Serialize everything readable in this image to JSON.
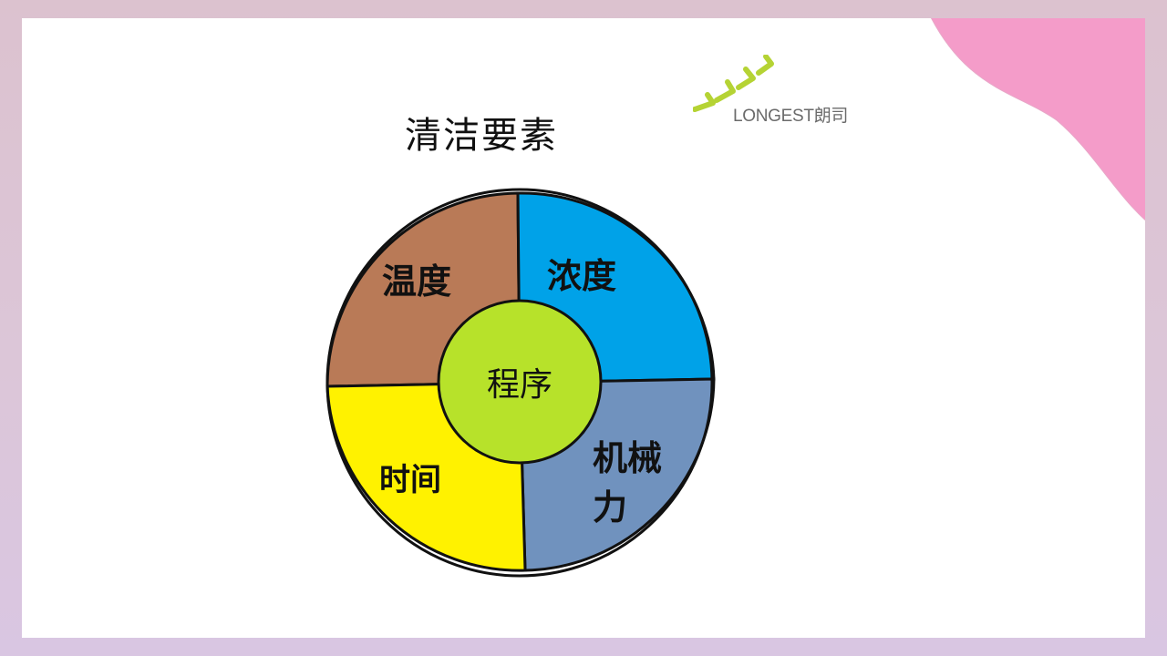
{
  "slide": {
    "title": "清洁要素",
    "logo": {
      "text": "LONGEST朗司",
      "mark_color": "#b5d334"
    },
    "corner_color": "#f49cc9"
  },
  "diagram": {
    "center": {
      "label": "程序",
      "color": "#b7e22a"
    },
    "segments": [
      {
        "label": "温度",
        "color": "#b97a57"
      },
      {
        "label": "浓度",
        "color": "#00a2e8"
      },
      {
        "label": "机械力",
        "color": "#7092be"
      },
      {
        "label": "时间",
        "color": "#fff200"
      }
    ]
  }
}
